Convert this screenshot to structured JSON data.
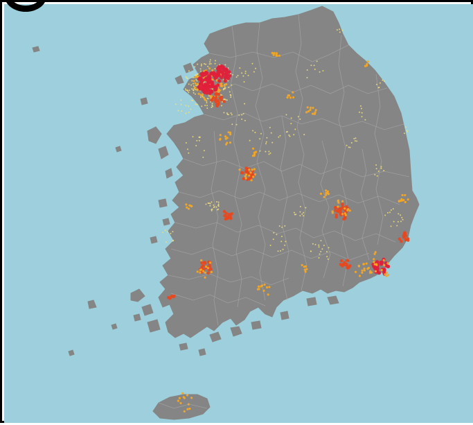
{
  "map": {
    "colors": {
      "sea": "#9dd0dc",
      "land": "#858585",
      "border": "#a9a9a9",
      "density_low": "#f3e07a",
      "density_mid": "#f4a623",
      "density_high": "#e8481f",
      "density_max": "#e0203a"
    },
    "density_levels": [
      "low",
      "mid",
      "high",
      "max"
    ]
  }
}
